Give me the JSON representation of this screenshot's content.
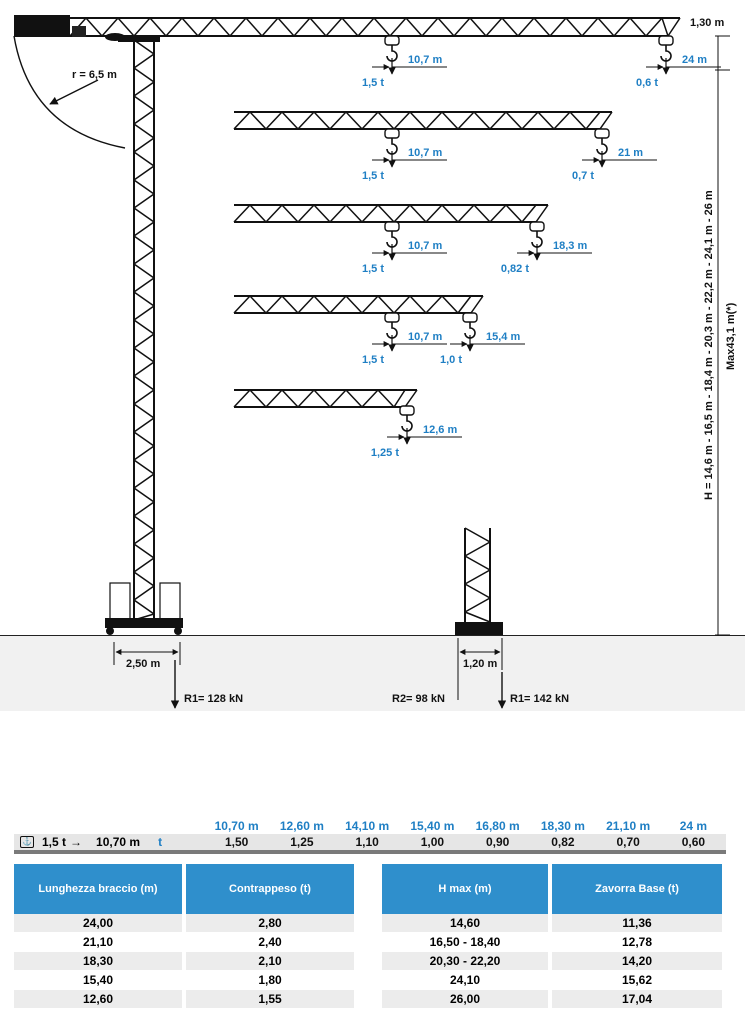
{
  "diagram": {
    "dim_top": "1,30 m",
    "radius": "r = 6,5 m",
    "height_range": "H = 14,6 m - 16,5 m - 18,4 m - 20,3 m - 22,2 m - 24,1 m - 26 m",
    "height_max": "Max43,1 m(*)",
    "base_width_left": "2,50 m",
    "base_width_right": "1,20 m",
    "r1_left": "R1= 128 kN",
    "r2": "R2= 98 kN",
    "r1_right": "R1= 142 kN",
    "jibs": [
      {
        "inner_dist": "10,7 m",
        "inner_load": "1,5 t",
        "tip_dist": "24 m",
        "tip_load": "0,6 t"
      },
      {
        "inner_dist": "10,7 m",
        "inner_load": "1,5 t",
        "tip_dist": "21 m",
        "tip_load": "0,7 t"
      },
      {
        "inner_dist": "10,7 m",
        "inner_load": "1,5 t",
        "tip_dist": "18,3 m",
        "tip_load": "0,82 t"
      },
      {
        "inner_dist": "10,7 m",
        "inner_load": "1,5 t",
        "tip_dist": "15,4 m",
        "tip_load": "1,0 t"
      },
      {
        "inner_dist": "",
        "inner_load": "",
        "tip_dist": "12,6 m",
        "tip_load": "1,25 t"
      }
    ]
  },
  "load_table": {
    "lead_load": "1,5 t",
    "lead_arrow": "→",
    "lead_dist": "10,70 m",
    "unit": "t",
    "distances": [
      "10,70 m",
      "12,60 m",
      "14,10 m",
      "15,40 m",
      "16,80 m",
      "18,30 m",
      "21,10 m",
      "24 m"
    ],
    "loads": [
      "1,50",
      "1,25",
      "1,10",
      "1,00",
      "0,90",
      "0,82",
      "0,70",
      "0,60"
    ]
  },
  "table_left": {
    "headers": [
      "Lunghezza braccio (m)",
      "Contrappeso (t)"
    ],
    "rows": [
      [
        "24,00",
        "2,80"
      ],
      [
        "21,10",
        "2,40"
      ],
      [
        "18,30",
        "2,10"
      ],
      [
        "15,40",
        "1,80"
      ],
      [
        "12,60",
        "1,55"
      ]
    ]
  },
  "table_right": {
    "headers": [
      "H max (m)",
      "Zavorra Base (t)"
    ],
    "rows": [
      [
        "14,60",
        "11,36"
      ],
      [
        "16,50 - 18,40",
        "12,78"
      ],
      [
        "20,30 - 22,20",
        "14,20"
      ],
      [
        "24,10",
        "15,62"
      ],
      [
        "26,00",
        "17,04"
      ]
    ]
  }
}
